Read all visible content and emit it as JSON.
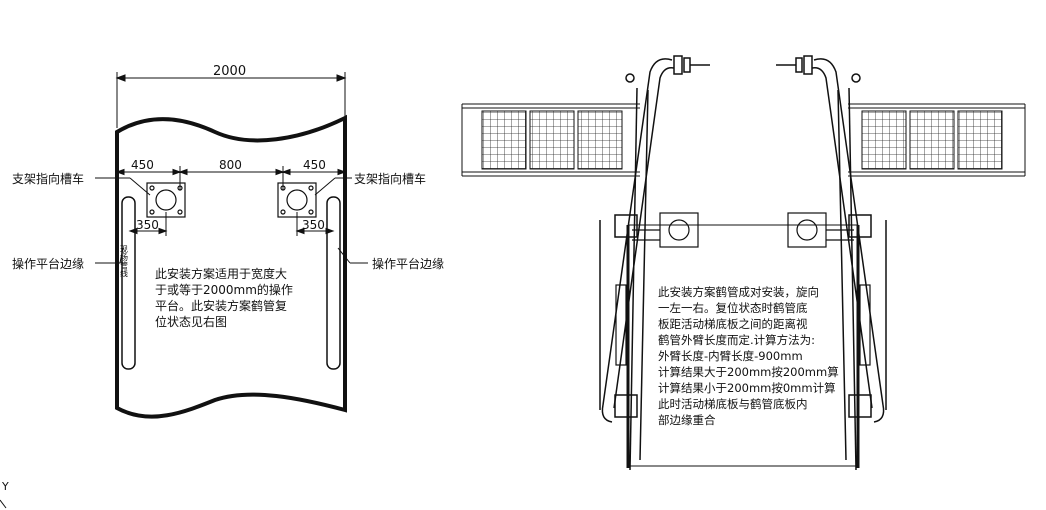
{
  "left_drawing": {
    "dim_total": "2000",
    "dim_left_offset": "450",
    "dim_center_gap": "800",
    "dim_right_offset": "450",
    "dim_left_lower": "350",
    "dim_right_lower": "350",
    "label_left_bracket": "支架指向槽车",
    "label_right_bracket": "支架指向槽车",
    "label_left_edge": "操作平台边缘",
    "label_right_edge": "操作平台边缘",
    "pipe_label": "现场管线",
    "note_lines": [
      "此安装方案适用于宽度大",
      "于或等于2000mm的操作",
      "平台。此安装方案鹤管复",
      "位状态见右图"
    ]
  },
  "right_drawing": {
    "note_lines": [
      "此安装方案鹤管成对安装，旋向",
      "一左一右。复位状态时鹤管底",
      "板距活动梯底板之间的距离视",
      "鹤管外臂长度而定.计算方法为:",
      "  外臂长度-内臂长度-900mm",
      "计算结果大于200mm按200mm算",
      "计算结果小于200mm按0mm计算",
      "此时活动梯底板与鹤管底板内",
      "部边缘重合"
    ]
  },
  "ucs_label": "Y",
  "colors": {
    "background": "#ffffff",
    "line": "#111111"
  }
}
